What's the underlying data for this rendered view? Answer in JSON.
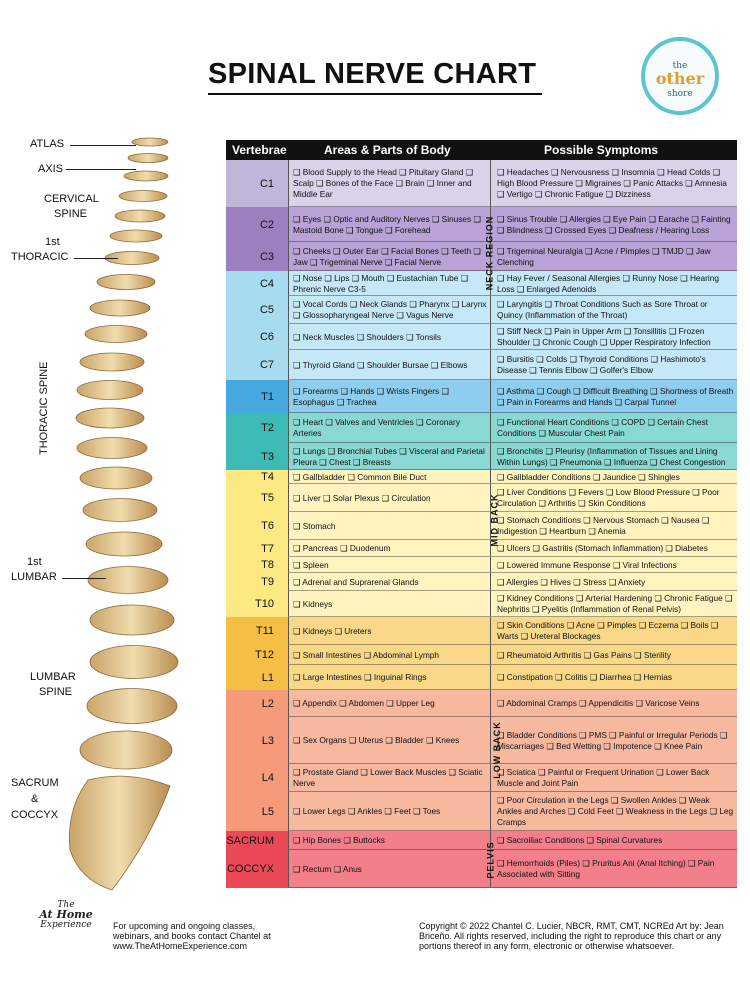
{
  "title": "SPINAL NERVE CHART",
  "logo": {
    "line1": "the",
    "line2": "other",
    "line3": "shore"
  },
  "spine_labels": {
    "atlas": "ATLAS",
    "axis": "AXIS",
    "cervical_1": "CERVICAL",
    "cervical_2": "SPINE",
    "thoracic_first_1": "1st",
    "thoracic_first_2": "THORACIC",
    "thoracic_spine": "THORACIC SPINE",
    "lumbar_first_1": "1st",
    "lumbar_first_2": "LUMBAR",
    "lumbar_1": "LUMBAR",
    "lumbar_2": "SPINE",
    "sacrum_1": "SACRUM",
    "sacrum_2": "&",
    "sacrum_3": "COCCYX"
  },
  "headers": {
    "vertebrae": "Vertebrae",
    "areas": "Areas & Parts of Body",
    "symptoms": "Possible Symptoms"
  },
  "regions": {
    "neck": "NECK REGION",
    "mid_back": "MID BACK",
    "low_back": "LOW BACK",
    "pelvis": "PELVIS"
  },
  "colors": {
    "cervical_upper": "#c0b6da",
    "cervical_mid": "#9c7fbe",
    "cervical_low": "#a7dbf0",
    "thoracic_upper": "#45a9df",
    "thoracic_teal": "#3dbab6",
    "thoracic_mid": "#fde982",
    "lumbar_low": "#f5be45",
    "lumbar": "#f59b7a",
    "sacral": "#ea4a57"
  },
  "rows": [
    {
      "v": "C1",
      "areas": "❑ Blood Supply to the Head ❑ Pituitary Gland ❑ Scalp ❑ Bones of the Face ❑ Brain ❑ Inner and Middle Ear",
      "symptoms": "❑ Headaches ❑ Nervousness ❑ Insomnia ❑ Head Colds ❑ High Blood Pressure ❑ Migraines ❑ Panic Attacks ❑ Amnesia ❑ Vertigo ❑ Chronic Fatigue ❑ Dizziness"
    },
    {
      "v": "C2",
      "areas": "❑ Eyes ❑ Optic and Auditory Nerves ❑ Sinuses ❑ Mastoid Bone ❑ Tongue ❑ Forehead",
      "symptoms": "❑ Sinus Trouble ❑ Allergies ❑ Eye Pain ❑ Earache ❑ Fainting ❑ Blindness ❑ Crossed Eyes ❑ Deafness / Hearing Loss"
    },
    {
      "v": "C3",
      "areas": "❑ Cheeks ❑ Outer Ear ❑ Facial Bones ❑ Teeth ❑ Jaw ❑ Trigeminal Nerve ❑ Facial Nerve",
      "symptoms": "❑ Trigeminal Neuralgia ❑ Acne / Pimples ❑ TMJD ❑ Jaw Clenching"
    },
    {
      "v": "C4",
      "areas": "❑ Nose ❑ Lips ❑ Mouth ❑ Eustachian Tube ❑ Phrenic Nerve C3-5",
      "symptoms": "❑ Hay Fever / Seasonal Allergies ❑ Runny Nose ❑ Hearing Loss ❑ Enlarged Adenoids"
    },
    {
      "v": "C5",
      "areas": "❑ Vocal Cords ❑ Neck Glands ❑ Pharynx ❑ Larynx ❑ Glossopharyngeal Nerve ❑ Vagus Nerve",
      "symptoms": "❑ Laryngitis ❑ Throat Conditions Such as Sore Throat or Quincy (Inflammation of the Throat)"
    },
    {
      "v": "C6",
      "areas": "❑ Neck Muscles ❑ Shoulders ❑ Tonsils",
      "symptoms": "❑ Stiff Neck ❑ Pain in Upper Arm ❑ Tonsillitis ❑ Frozen Shoulder ❑ Chronic Cough ❑ Upper Respiratory Infection"
    },
    {
      "v": "C7",
      "areas": "❑ Thyroid Gland ❑ Shoulder Bursae ❑ Elbows",
      "symptoms": "❑ Bursitis ❑ Colds ❑ Thyroid Conditions ❑ Hashimoto's Disease ❑ Tennis Elbow ❑ Golfer's Elbow"
    },
    {
      "v": "T1",
      "areas": "❑ Forearms ❑ Hands ❑ Wrists Fingers ❑ Esophagus ❑ Trachea",
      "symptoms": "❑ Asthma ❑ Cough ❑ Difficult Breathing ❑ Shortness of Breath ❑ Pain in Forearms and Hands ❑ Carpal Tunnel"
    },
    {
      "v": "T2",
      "areas": "❑ Heart ❑ Valves and Ventricles ❑ Coronary Arteries",
      "symptoms": "❑ Functional Heart Conditions ❑ COPD ❑ Certain Chest Conditions ❑ Muscular Chest Pain"
    },
    {
      "v": "T3",
      "areas": "❑ Lungs ❑ Bronchial Tubes ❑ Visceral and Parietal Pleura ❑ Chest ❑ Breasts",
      "symptoms": "❑ Bronchitis ❑ Pleurisy (Inflammation of Tissues and Lining Within Lungs) ❑ Pneumonia ❑ Influenza ❑ Chest Congestion"
    },
    {
      "v": "T4",
      "areas": "❑ Gallbladder ❑ Common Bile Duct",
      "symptoms": "❑ Gallbladder Conditions ❑ Jaundice ❑ Shingles"
    },
    {
      "v": "T5",
      "areas": "❑ Liver ❑ Solar Plexus ❑ Circulation",
      "symptoms": "❑ Liver Conditions ❑ Fevers ❑ Low Blood Pressure ❑ Poor Circulation ❑ Arthritis ❑ Skin Conditions"
    },
    {
      "v": "T6",
      "areas": "❑ Stomach",
      "symptoms": "❑ Stomach Conditions ❑ Nervous Stomach ❑ Nausea ❑ Indigestion ❑ Heartburn ❑ Anemia"
    },
    {
      "v": "T7",
      "areas": "❑ Pancreas ❑ Duodenum",
      "symptoms": "❑ Ulcers ❑ Gastritis (Stomach Inflammation) ❑ Diabetes"
    },
    {
      "v": "T8",
      "areas": "❑ Spleen",
      "symptoms": "❑ Lowered Immune Response ❑ Viral Infections"
    },
    {
      "v": "T9",
      "areas": "❑ Adrenal and Suprarenal Glands",
      "symptoms": "❑ Allergies ❑ Hives ❑ Stress ❑ Anxiety"
    },
    {
      "v": "T10",
      "areas": "❑ Kidneys",
      "symptoms": "❑ Kidney Conditions ❑ Arterial Hardening ❑ Chronic Fatigue ❑ Nephritis ❑ Pyelitis (Inflammation of Renal Pelvis)"
    },
    {
      "v": "T11",
      "areas": "❑ Kidneys ❑ Ureters",
      "symptoms": "❑ Skin Conditions ❑ Acne ❑ Pimples ❑ Eczema ❑ Boils ❑ Warts ❑ Ureteral Blockages"
    },
    {
      "v": "T12",
      "areas": "❑ Small Intestines ❑ Abdominal Lymph",
      "symptoms": "❑ Rheumatoid Arthritis ❑ Gas Pains ❑ Sterility"
    },
    {
      "v": "L1",
      "areas": "❑ Large Intestines ❑ Inguinal Rings",
      "symptoms": "❑ Constipation ❑ Colitis ❑ Diarrhea ❑ Hernias"
    },
    {
      "v": "L2",
      "areas": "❑ Appendix ❑ Abdomen ❑ Upper Leg",
      "symptoms": "❑ Abdominal Cramps ❑ Appendicitis ❑ Varicose Veins"
    },
    {
      "v": "L3",
      "areas": "❑ Sex Organs ❑ Uterus ❑ Bladder ❑ Knees",
      "symptoms": "❑ Bladder Conditions ❑ PMS ❑ Painful or Irregular Periods ❑ Miscarriages ❑ Bed Wetting ❑ Impotence ❑ Knee Pain"
    },
    {
      "v": "L4",
      "areas": "❑ Prostate Gland ❑ Lower Back Muscles ❑ Sciatic Nerve",
      "symptoms": "❑ Sciatica ❑ Painful or Frequent Urination ❑ Lower Back Muscle and Joint Pain"
    },
    {
      "v": "L5",
      "areas": "❑ Lower Legs ❑ Ankles ❑ Feet ❑ Toes",
      "symptoms": "❑ Poor Circulation in the Legs ❑ Swollen Ankles ❑ Weak Ankles and Arches ❑ Cold Feet ❑ Weakness in the Legs ❑ Leg Cramps"
    },
    {
      "v": "SACRUM",
      "areas": "❑ Hip Bones ❑ Buttocks",
      "symptoms": "❑ Sacroiliac Conditions ❑ Spinal Curvatures"
    },
    {
      "v": "COCCYX",
      "areas": "❑ Rectum ❑ Anus",
      "symptoms": "❑ Hemorrhoids (Piles) ❑ Pruritus Ani (Anal Itching) ❑ Pain Associated with Sitting"
    }
  ],
  "footer": {
    "logo_1": "The",
    "logo_2": "At Home",
    "logo_3": "Experience",
    "left": "For upcoming and ongoing classes, webinars, and books contact Chantel at www.TheAtHomeExperience.com",
    "right": "Copyright © 2022 Chantel C. Lucier, NBCR, RMT, CMT, NCREd Art by: Jean Briceño. All rights reserved, including the right to reproduce this chart or any portions thereof in any form, electronic or otherwise whatsoever."
  }
}
